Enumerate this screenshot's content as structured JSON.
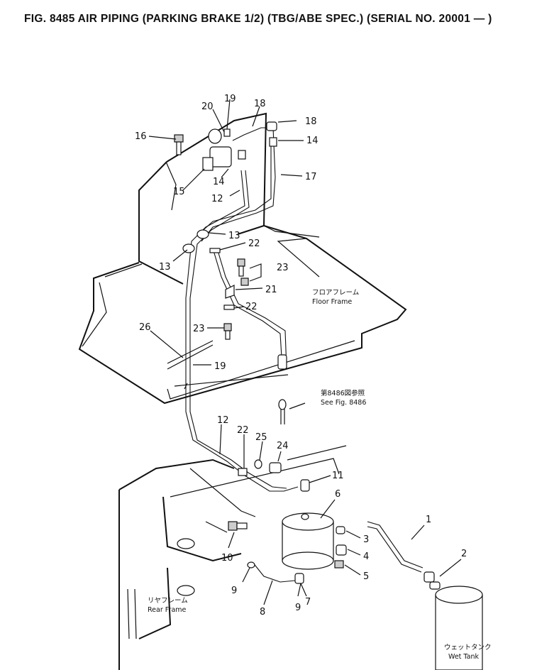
{
  "title": "FIG. 8485  AIR PIPING (PARKING BRAKE 1/2) (TBG/ABE SPEC.) (SERIAL NO. 20001 — )",
  "labels": {
    "floor_frame_jp": "フロアフレーム",
    "floor_frame_en": "Floor Frame",
    "see_fig_jp": "第8486図参照",
    "see_fig_en": "See Fig. 8486",
    "rear_frame_jp": "リヤフレーム",
    "rear_frame_en": "Rear Frame",
    "wet_tank_jp": "ウェットタンク",
    "wet_tank_en": "Wet Tank"
  },
  "callouts": [
    "1",
    "2",
    "3",
    "4",
    "5",
    "6",
    "7",
    "8",
    "9",
    "9",
    "10",
    "11",
    "12",
    "12",
    "13",
    "13",
    "14",
    "14",
    "15",
    "16",
    "17",
    "18",
    "18",
    "19",
    "19",
    "20",
    "21",
    "22",
    "22",
    "22",
    "23",
    "23",
    "24",
    "25",
    "26"
  ]
}
